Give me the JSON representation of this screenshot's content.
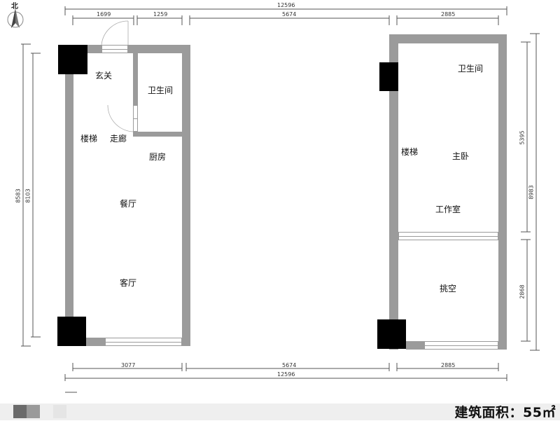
{
  "compass": {
    "label": "北",
    "icon": "north-arrow-icon"
  },
  "dimensions": {
    "top_total": "12596",
    "top_segments": [
      "1699",
      "1259",
      "5674",
      "2885"
    ],
    "bottom_segments": [
      "3077",
      "5674",
      "2885"
    ],
    "bottom_total": "12596",
    "left_outer": "8583",
    "left_inner": "8103",
    "right_upper": "5395",
    "right_total": "8983",
    "right_lower": "2868"
  },
  "floor1": {
    "rooms": {
      "entrance": "玄关",
      "bathroom": "卫生间",
      "stairs": "楼梯",
      "corridor": "走廊",
      "kitchen": "厨房",
      "dining": "餐厅",
      "living": "客厅"
    }
  },
  "floor2": {
    "rooms": {
      "bathroom": "卫生间",
      "stairs": "楼梯",
      "master_bedroom": "主卧",
      "study": "工作室",
      "void": "挑空"
    }
  },
  "footer": {
    "area_label": "建筑面积：55㎡",
    "swatches": [
      "#6b6b6b",
      "#9a9a9a",
      "#efefef",
      "#e5e5e5"
    ]
  },
  "colors": {
    "wall": "#9b9b9b",
    "column": "#000000",
    "dim_line": "#555555"
  }
}
